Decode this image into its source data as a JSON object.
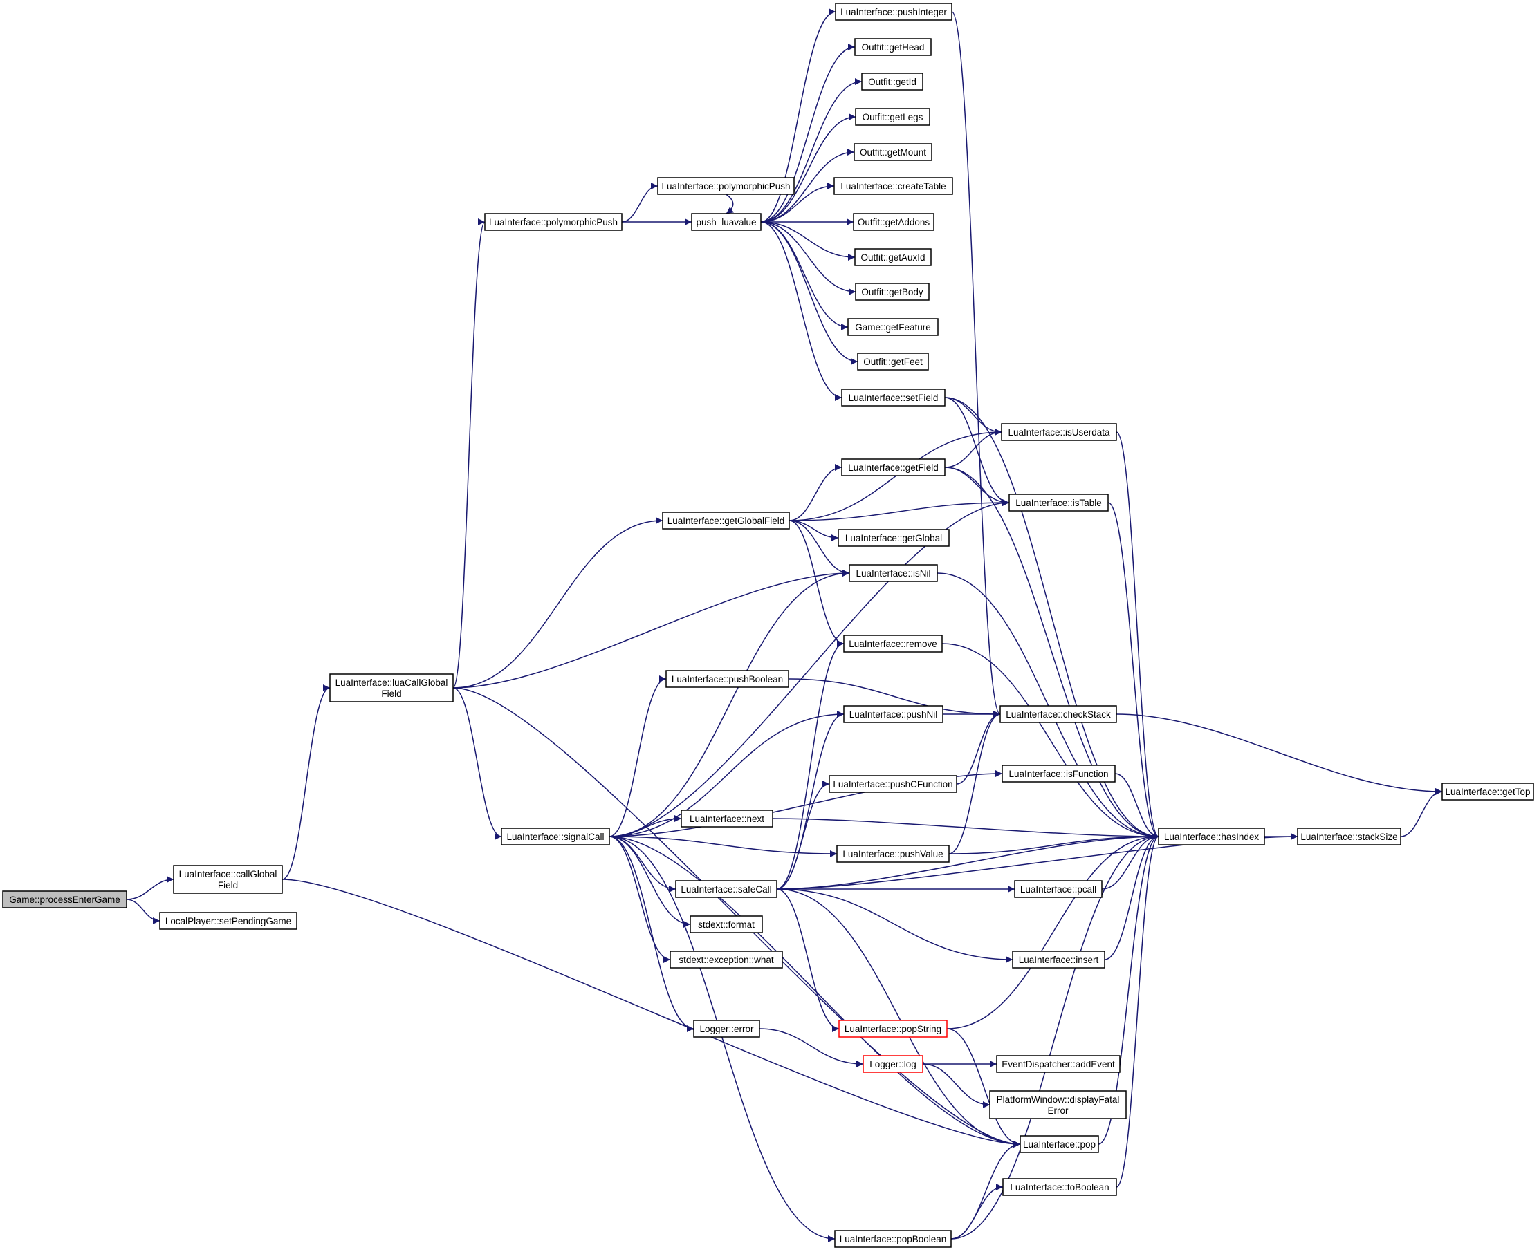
{
  "graph": {
    "colors": {
      "edge": "#191970",
      "node_border": "#000000",
      "node_border_highlight": "#ff0000",
      "node_fill": "#ffffff",
      "root_fill": "#bfbfbf"
    },
    "nodes": [
      {
        "id": "processEnterGame",
        "lines": [
          "Game::processEnterGame"
        ],
        "root": true
      },
      {
        "id": "callGlobalField",
        "lines": [
          "LuaInterface::callGlobal",
          "Field"
        ]
      },
      {
        "id": "setPendingGame",
        "lines": [
          "LocalPlayer::setPendingGame"
        ]
      },
      {
        "id": "luaCallGlobalField",
        "lines": [
          "LuaInterface::luaCallGlobal",
          "Field"
        ]
      },
      {
        "id": "polymorphicPushA",
        "lines": [
          "LuaInterface::polymorphicPush"
        ]
      },
      {
        "id": "polymorphicPushB",
        "lines": [
          "LuaInterface::polymorphicPush"
        ]
      },
      {
        "id": "push_luavalue",
        "lines": [
          "push_luavalue"
        ]
      },
      {
        "id": "pushInteger",
        "lines": [
          "LuaInterface::pushInteger"
        ]
      },
      {
        "id": "getHead",
        "lines": [
          "Outfit::getHead"
        ]
      },
      {
        "id": "getId",
        "lines": [
          "Outfit::getId"
        ]
      },
      {
        "id": "getLegs",
        "lines": [
          "Outfit::getLegs"
        ]
      },
      {
        "id": "getMount",
        "lines": [
          "Outfit::getMount"
        ]
      },
      {
        "id": "createTable",
        "lines": [
          "LuaInterface::createTable"
        ]
      },
      {
        "id": "getAddons",
        "lines": [
          "Outfit::getAddons"
        ]
      },
      {
        "id": "getAuxId",
        "lines": [
          "Outfit::getAuxId"
        ]
      },
      {
        "id": "getBody",
        "lines": [
          "Outfit::getBody"
        ]
      },
      {
        "id": "getFeature",
        "lines": [
          "Game::getFeature"
        ]
      },
      {
        "id": "getFeet",
        "lines": [
          "Outfit::getFeet"
        ]
      },
      {
        "id": "setField",
        "lines": [
          "LuaInterface::setField"
        ]
      },
      {
        "id": "isUserdata",
        "lines": [
          "LuaInterface::isUserdata"
        ]
      },
      {
        "id": "getField",
        "lines": [
          "LuaInterface::getField"
        ]
      },
      {
        "id": "isTable",
        "lines": [
          "LuaInterface::isTable"
        ]
      },
      {
        "id": "getGlobalField",
        "lines": [
          "LuaInterface::getGlobalField"
        ]
      },
      {
        "id": "getGlobal",
        "lines": [
          "LuaInterface::getGlobal"
        ]
      },
      {
        "id": "isNil",
        "lines": [
          "LuaInterface::isNil"
        ]
      },
      {
        "id": "remove",
        "lines": [
          "LuaInterface::remove"
        ]
      },
      {
        "id": "pushBoolean",
        "lines": [
          "LuaInterface::pushBoolean"
        ]
      },
      {
        "id": "pushNil",
        "lines": [
          "LuaInterface::pushNil"
        ]
      },
      {
        "id": "checkStack",
        "lines": [
          "LuaInterface::checkStack"
        ]
      },
      {
        "id": "isFunction",
        "lines": [
          "LuaInterface::isFunction"
        ]
      },
      {
        "id": "pushCFunction",
        "lines": [
          "LuaInterface::pushCFunction"
        ]
      },
      {
        "id": "getTop",
        "lines": [
          "LuaInterface::getTop"
        ]
      },
      {
        "id": "next",
        "lines": [
          "LuaInterface::next"
        ]
      },
      {
        "id": "signalCall",
        "lines": [
          "LuaInterface::signalCall"
        ]
      },
      {
        "id": "pushValue",
        "lines": [
          "LuaInterface::pushValue"
        ]
      },
      {
        "id": "hasIndex",
        "lines": [
          "LuaInterface::hasIndex"
        ]
      },
      {
        "id": "stackSize",
        "lines": [
          "LuaInterface::stackSize"
        ]
      },
      {
        "id": "safeCall",
        "lines": [
          "LuaInterface::safeCall"
        ]
      },
      {
        "id": "pcall",
        "lines": [
          "LuaInterface::pcall"
        ]
      },
      {
        "id": "format",
        "lines": [
          "stdext::format"
        ]
      },
      {
        "id": "what",
        "lines": [
          "stdext::exception::what"
        ]
      },
      {
        "id": "insert",
        "lines": [
          "LuaInterface::insert"
        ]
      },
      {
        "id": "popString",
        "lines": [
          "LuaInterface::popString"
        ],
        "highlight": true
      },
      {
        "id": "error",
        "lines": [
          "Logger::error"
        ]
      },
      {
        "id": "log",
        "lines": [
          "Logger::log"
        ],
        "highlight": true
      },
      {
        "id": "addEvent",
        "lines": [
          "EventDispatcher::addEvent"
        ]
      },
      {
        "id": "displayFatalError",
        "lines": [
          "PlatformWindow::displayFatal",
          "Error"
        ]
      },
      {
        "id": "pop",
        "lines": [
          "LuaInterface::pop"
        ]
      },
      {
        "id": "toBoolean",
        "lines": [
          "LuaInterface::toBoolean"
        ]
      },
      {
        "id": "popBoolean",
        "lines": [
          "LuaInterface::popBoolean"
        ]
      }
    ],
    "edges": [
      [
        "processEnterGame",
        "callGlobalField"
      ],
      [
        "processEnterGame",
        "setPendingGame"
      ],
      [
        "callGlobalField",
        "luaCallGlobalField"
      ],
      [
        "callGlobalField",
        "pop"
      ],
      [
        "luaCallGlobalField",
        "polymorphicPushB"
      ],
      [
        "luaCallGlobalField",
        "getGlobalField"
      ],
      [
        "luaCallGlobalField",
        "isNil"
      ],
      [
        "luaCallGlobalField",
        "signalCall"
      ],
      [
        "luaCallGlobalField",
        "pop"
      ],
      [
        "polymorphicPushB",
        "polymorphicPushA"
      ],
      [
        "polymorphicPushB",
        "push_luavalue"
      ],
      [
        "polymorphicPushA",
        "push_luavalue"
      ],
      [
        "push_luavalue",
        "pushInteger"
      ],
      [
        "push_luavalue",
        "getHead"
      ],
      [
        "push_luavalue",
        "getId"
      ],
      [
        "push_luavalue",
        "getLegs"
      ],
      [
        "push_luavalue",
        "getMount"
      ],
      [
        "push_luavalue",
        "createTable"
      ],
      [
        "push_luavalue",
        "getAddons"
      ],
      [
        "push_luavalue",
        "getAuxId"
      ],
      [
        "push_luavalue",
        "getBody"
      ],
      [
        "push_luavalue",
        "getFeature"
      ],
      [
        "push_luavalue",
        "getFeet"
      ],
      [
        "push_luavalue",
        "setField"
      ],
      [
        "pushInteger",
        "checkStack"
      ],
      [
        "setField",
        "isUserdata"
      ],
      [
        "setField",
        "isTable"
      ],
      [
        "setField",
        "hasIndex"
      ],
      [
        "getField",
        "isUserdata"
      ],
      [
        "getField",
        "isTable"
      ],
      [
        "getField",
        "hasIndex"
      ],
      [
        "getGlobalField",
        "isUserdata"
      ],
      [
        "getGlobalField",
        "getField"
      ],
      [
        "getGlobalField",
        "isTable"
      ],
      [
        "getGlobalField",
        "getGlobal"
      ],
      [
        "getGlobalField",
        "isNil"
      ],
      [
        "getGlobalField",
        "remove"
      ],
      [
        "isUserdata",
        "hasIndex"
      ],
      [
        "isTable",
        "hasIndex"
      ],
      [
        "isNil",
        "hasIndex"
      ],
      [
        "remove",
        "hasIndex"
      ],
      [
        "signalCall",
        "isTable"
      ],
      [
        "signalCall",
        "isNil"
      ],
      [
        "signalCall",
        "pushBoolean"
      ],
      [
        "signalCall",
        "pushNil"
      ],
      [
        "signalCall",
        "isFunction"
      ],
      [
        "signalCall",
        "next"
      ],
      [
        "signalCall",
        "pushValue"
      ],
      [
        "signalCall",
        "safeCall"
      ],
      [
        "signalCall",
        "format"
      ],
      [
        "signalCall",
        "what"
      ],
      [
        "signalCall",
        "error"
      ],
      [
        "signalCall",
        "pop"
      ],
      [
        "signalCall",
        "popBoolean"
      ],
      [
        "pushBoolean",
        "checkStack"
      ],
      [
        "pushNil",
        "checkStack"
      ],
      [
        "pushCFunction",
        "checkStack"
      ],
      [
        "pushValue",
        "checkStack"
      ],
      [
        "pushValue",
        "hasIndex"
      ],
      [
        "checkStack",
        "getTop"
      ],
      [
        "isFunction",
        "hasIndex"
      ],
      [
        "next",
        "hasIndex"
      ],
      [
        "hasIndex",
        "stackSize"
      ],
      [
        "stackSize",
        "getTop"
      ],
      [
        "safeCall",
        "remove"
      ],
      [
        "safeCall",
        "pushNil"
      ],
      [
        "safeCall",
        "pushCFunction"
      ],
      [
        "safeCall",
        "pcall"
      ],
      [
        "safeCall",
        "hasIndex"
      ],
      [
        "safeCall",
        "insert"
      ],
      [
        "safeCall",
        "stackSize"
      ],
      [
        "safeCall",
        "popString"
      ],
      [
        "safeCall",
        "pop"
      ],
      [
        "pcall",
        "hasIndex"
      ],
      [
        "insert",
        "hasIndex"
      ],
      [
        "popString",
        "hasIndex"
      ],
      [
        "popString",
        "pop"
      ],
      [
        "error",
        "log"
      ],
      [
        "log",
        "addEvent"
      ],
      [
        "log",
        "displayFatalError"
      ],
      [
        "pop",
        "hasIndex"
      ],
      [
        "toBoolean",
        "hasIndex"
      ],
      [
        "popBoolean",
        "toBoolean"
      ],
      [
        "popBoolean",
        "pop"
      ],
      [
        "popBoolean",
        "hasIndex"
      ]
    ]
  }
}
